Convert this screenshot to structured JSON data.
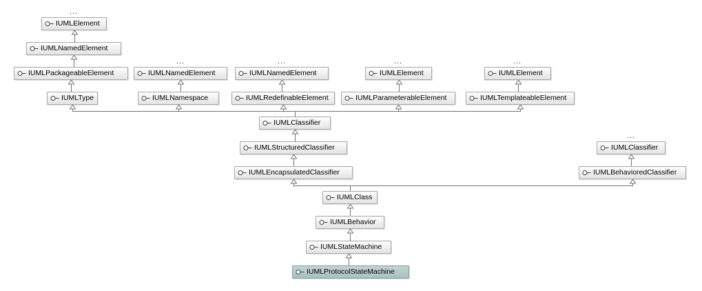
{
  "diagram": {
    "ellipsis_label": "...",
    "node_icon": "interface-lollipop",
    "colors": {
      "node_border": "#a6a6a6",
      "node_bg_top": "#fefefe",
      "node_bg_bottom": "#e3e3e3",
      "selected_bg_top": "#c3d5d4",
      "selected_bg_bottom": "#a7c1c0",
      "selected_border": "#7e9c9b",
      "edge": "#717171",
      "text": "#000000"
    },
    "nodes": [
      {
        "id": "n0",
        "label": "IUMLElement",
        "more_ancestors": true,
        "selected": false
      },
      {
        "id": "n1",
        "label": "IUMLNamedElement",
        "more_ancestors": false,
        "selected": false
      },
      {
        "id": "n2",
        "label": "IUMLPackageableElement",
        "more_ancestors": false,
        "selected": false
      },
      {
        "id": "n3",
        "label": "IUMLNamedElement",
        "more_ancestors": true,
        "selected": false
      },
      {
        "id": "n4",
        "label": "IUMLNamedElement",
        "more_ancestors": true,
        "selected": false
      },
      {
        "id": "n5",
        "label": "IUMLElement",
        "more_ancestors": true,
        "selected": false
      },
      {
        "id": "n6",
        "label": "IUMLElement",
        "more_ancestors": true,
        "selected": false
      },
      {
        "id": "n7",
        "label": "IUMLType",
        "more_ancestors": false,
        "selected": false
      },
      {
        "id": "n8",
        "label": "IUMLNamespace",
        "more_ancestors": false,
        "selected": false
      },
      {
        "id": "n9",
        "label": "IUMLRedefinableElement",
        "more_ancestors": false,
        "selected": false
      },
      {
        "id": "n10",
        "label": "IUMLParameterableElement",
        "more_ancestors": false,
        "selected": false
      },
      {
        "id": "n11",
        "label": "IUMLTemplateableElement",
        "more_ancestors": false,
        "selected": false
      },
      {
        "id": "n12",
        "label": "IUMLClassifier",
        "more_ancestors": false,
        "selected": false
      },
      {
        "id": "n13",
        "label": "IUMLStructuredClassifier",
        "more_ancestors": false,
        "selected": false
      },
      {
        "id": "n14",
        "label": "IUMLClassifier",
        "more_ancestors": true,
        "selected": false
      },
      {
        "id": "n15",
        "label": "IUMLEncapsulatedClassifier",
        "more_ancestors": false,
        "selected": false
      },
      {
        "id": "n16",
        "label": "IUMLBehavioredClassifier",
        "more_ancestors": false,
        "selected": false
      },
      {
        "id": "n17",
        "label": "IUMLClass",
        "more_ancestors": false,
        "selected": false
      },
      {
        "id": "n18",
        "label": "IUMLBehavior",
        "more_ancestors": false,
        "selected": false
      },
      {
        "id": "n19",
        "label": "IUMLStateMachine",
        "more_ancestors": false,
        "selected": false
      },
      {
        "id": "n20",
        "label": "IUMLProtocolStateMachine",
        "more_ancestors": false,
        "selected": true
      }
    ],
    "edges": [
      {
        "from": "n1",
        "to": "n0"
      },
      {
        "from": "n2",
        "to": "n1"
      },
      {
        "from": "n7",
        "to": "n2"
      },
      {
        "from": "n8",
        "to": "n3"
      },
      {
        "from": "n9",
        "to": "n4"
      },
      {
        "from": "n10",
        "to": "n5"
      },
      {
        "from": "n11",
        "to": "n6"
      },
      {
        "from": "n12",
        "to": "n7"
      },
      {
        "from": "n12",
        "to": "n8"
      },
      {
        "from": "n12",
        "to": "n9"
      },
      {
        "from": "n12",
        "to": "n10"
      },
      {
        "from": "n12",
        "to": "n11"
      },
      {
        "from": "n13",
        "to": "n12"
      },
      {
        "from": "n15",
        "to": "n13"
      },
      {
        "from": "n16",
        "to": "n14"
      },
      {
        "from": "n17",
        "to": "n15"
      },
      {
        "from": "n17",
        "to": "n16"
      },
      {
        "from": "n18",
        "to": "n17"
      },
      {
        "from": "n19",
        "to": "n18"
      },
      {
        "from": "n20",
        "to": "n19"
      }
    ]
  }
}
